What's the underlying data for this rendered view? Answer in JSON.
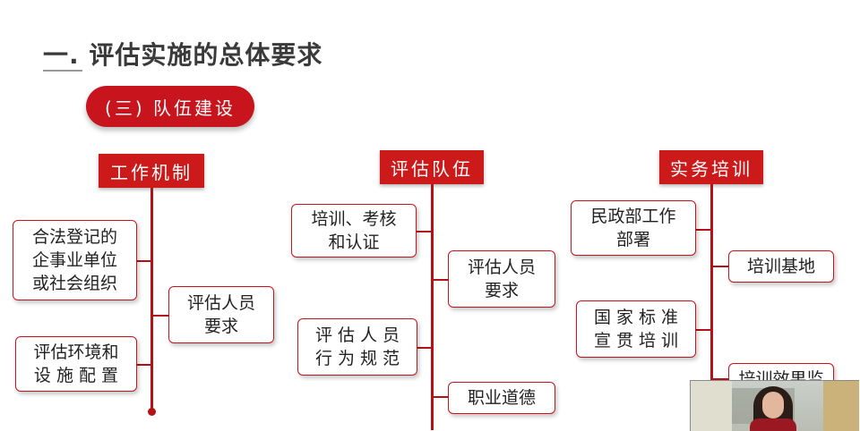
{
  "slide": {
    "title": "一. 评估实施的总体要求",
    "section_pill": "(三) 队伍建设"
  },
  "columns": {
    "mechanism": {
      "header": "工作机制",
      "items": [
        "合法登记的\n企事业单位\n或社会组织",
        "评估环境和\n设 施 配 置",
        "评估人员\n要求"
      ]
    },
    "team": {
      "header": "评估队伍",
      "items": [
        "培训、考核\n和认证",
        "评估人员\n要求",
        "评 估 人 员\n行 为 规 范",
        "职业道德"
      ]
    },
    "training": {
      "header": "实务培训",
      "items": [
        "民政部工作\n部署",
        "培训基地",
        "国 家 标 准\n宣 贯 培 训",
        "培训效果监"
      ]
    }
  },
  "colors": {
    "accent": "#c8141c",
    "line": "#b31217"
  }
}
